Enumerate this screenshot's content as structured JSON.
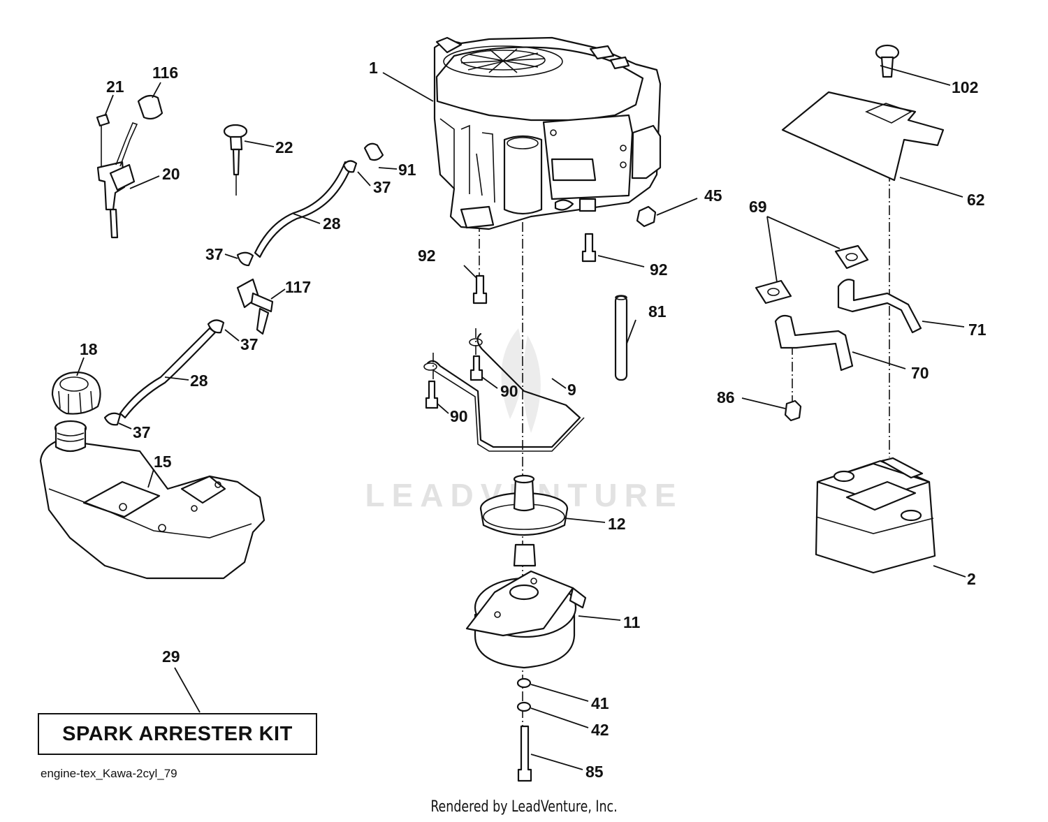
{
  "watermark": "LEADVENTURE",
  "callouts": [
    {
      "key": "engine",
      "label": "1"
    },
    {
      "key": "muffler",
      "label": "2"
    },
    {
      "key": "oil-filter-gasket",
      "label": "9"
    },
    {
      "key": "clutch",
      "label": "11"
    },
    {
      "key": "pulley",
      "label": "12"
    },
    {
      "key": "fuel-tank",
      "label": "15"
    },
    {
      "key": "fuel-cap",
      "label": "18"
    },
    {
      "key": "throttle-control",
      "label": "20"
    },
    {
      "key": "screw-21",
      "label": "21"
    },
    {
      "key": "choke-knob",
      "label": "22"
    },
    {
      "key": "fuel-hose-upper",
      "label": "28"
    },
    {
      "key": "fuel-hose-lower",
      "label": "28"
    },
    {
      "key": "spark-arrester-kit",
      "label": "29"
    },
    {
      "key": "clamp-a",
      "label": "37"
    },
    {
      "key": "clamp-b",
      "label": "37"
    },
    {
      "key": "clamp-c",
      "label": "37"
    },
    {
      "key": "clamp-d",
      "label": "37"
    },
    {
      "key": "washer-41",
      "label": "41"
    },
    {
      "key": "washer-42",
      "label": "42"
    },
    {
      "key": "nut-45",
      "label": "45"
    },
    {
      "key": "heat-shield",
      "label": "62"
    },
    {
      "key": "gaskets-69",
      "label": "69"
    },
    {
      "key": "exhaust-pipe-70",
      "label": "70"
    },
    {
      "key": "exhaust-pipe-71",
      "label": "71"
    },
    {
      "key": "tube-81",
      "label": "81"
    },
    {
      "key": "bolt-85",
      "label": "85"
    },
    {
      "key": "nut-86",
      "label": "86"
    },
    {
      "key": "bolt-90-a",
      "label": "90"
    },
    {
      "key": "bolt-90-b",
      "label": "90"
    },
    {
      "key": "fitting-91",
      "label": "91"
    },
    {
      "key": "bolt-92-a",
      "label": "92"
    },
    {
      "key": "bolt-92-b",
      "label": "92"
    },
    {
      "key": "cap-102",
      "label": "102"
    },
    {
      "key": "knob-116",
      "label": "116"
    },
    {
      "key": "fuel-valve",
      "label": "117"
    }
  ],
  "kit_box": {
    "label": "SPARK ARRESTER KIT"
  },
  "file_code": "engine-tex_Kawa-2cyl_79",
  "credit": "Rendered by LeadVenture, Inc."
}
